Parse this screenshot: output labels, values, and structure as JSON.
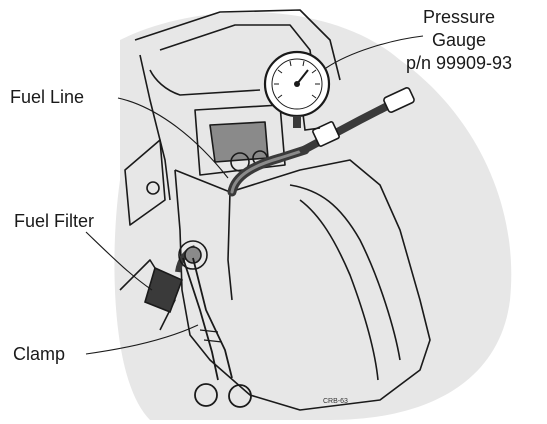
{
  "labels": {
    "fuel_line": "Fuel Line",
    "fuel_filter": "Fuel Filter",
    "clamp": "Clamp",
    "pressure_gauge": {
      "line1": "Pressure",
      "line2": "Gauge",
      "line3": "p/n 99909-93"
    },
    "figure_code": "CRB-63"
  },
  "colors": {
    "background_blob": "#e7e7e7",
    "line": "#1a1a1a",
    "fill_dark": "#3a3a3a",
    "fill_mid": "#8a8a8a"
  }
}
